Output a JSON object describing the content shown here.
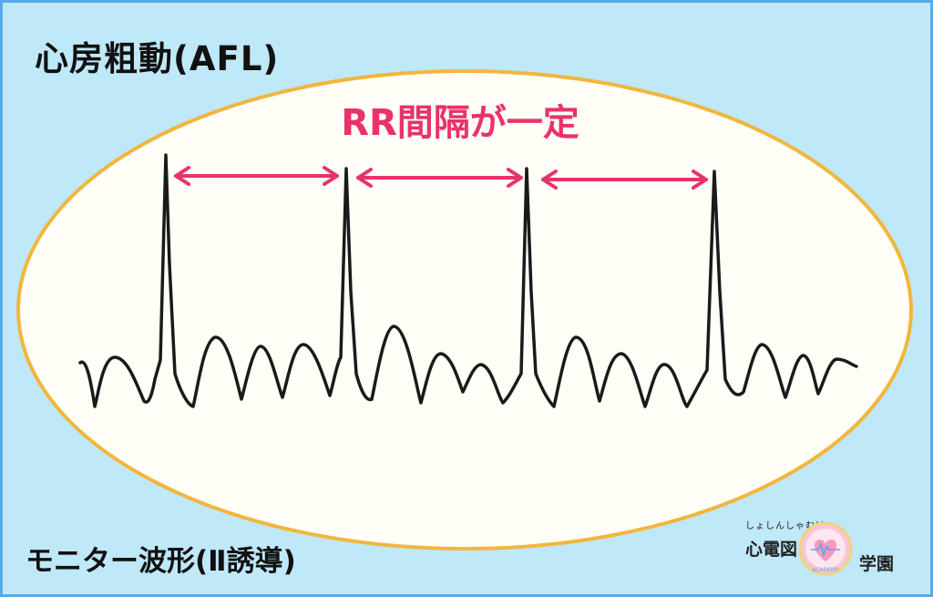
{
  "title": "心房粗動(AFL)",
  "annotation": "RR間隔が一定",
  "footer_title": "モニター波形(Ⅱ誘導)",
  "logo": {
    "ruby": "しょしんしゃむけ",
    "left_text": "心電図",
    "right_text": "学園",
    "badge_text": "ACADEMY"
  },
  "colors": {
    "background": "#bfe8f8",
    "border": "#5aa9e6",
    "ellipse_fill": "#fffff8",
    "ellipse_stroke": "#f2b63c",
    "arrow": "#e8336a",
    "ecg_trace": "#1a1a1a"
  },
  "icons": [
    "heart-logo-icon"
  ]
}
